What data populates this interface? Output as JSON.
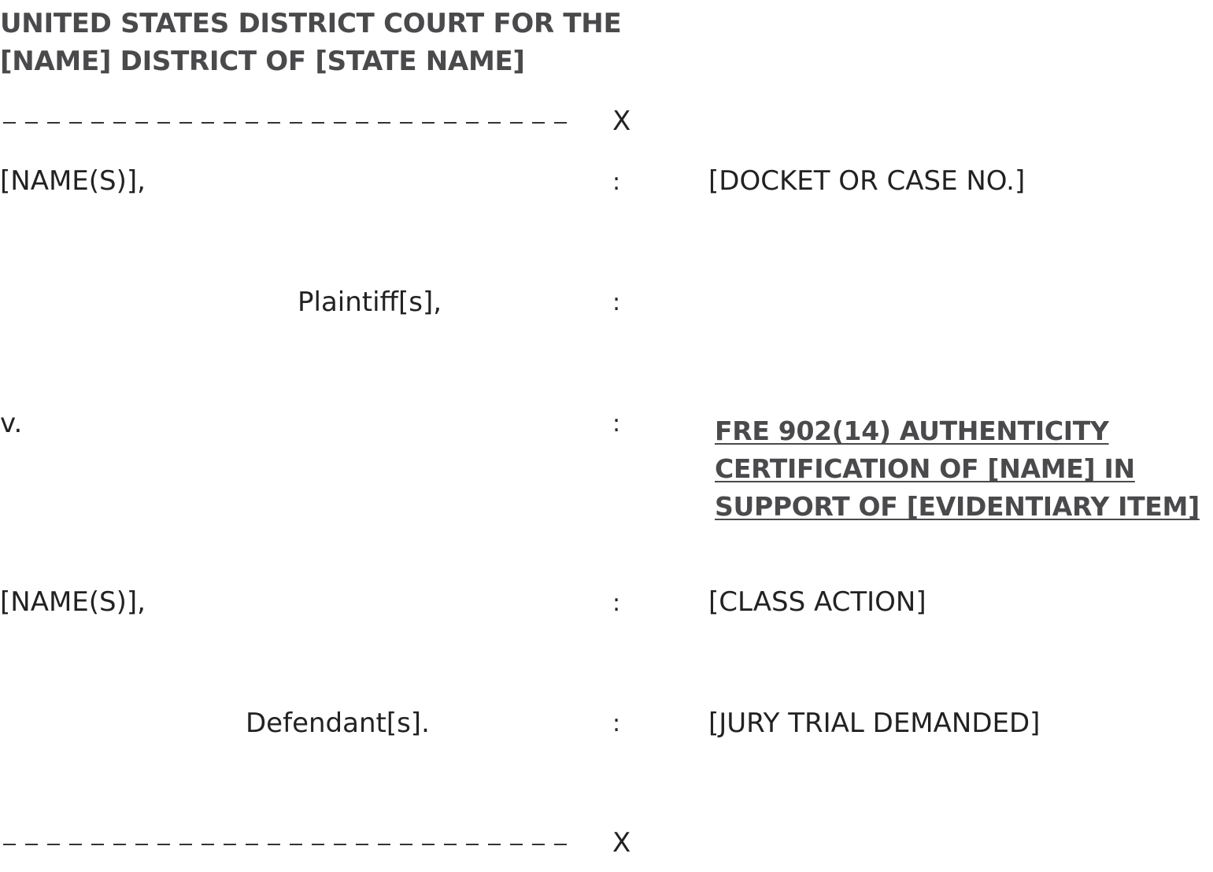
{
  "court_heading": {
    "line1": "UNITED STATES DISTRICT COURT FOR THE",
    "line2": "[NAME] DISTRICT OF [STATE NAME]"
  },
  "caption": {
    "x_mark_top": "X",
    "x_mark_bottom": "X",
    "plaintiff_name": "[NAME(S)],",
    "plaintiff_label": "Plaintiff[s],",
    "versus": "v.",
    "defendant_name": "[NAME(S)],",
    "defendant_label": "Defendant[s].",
    "colon": ":"
  },
  "right_column": {
    "docket": "[DOCKET OR CASE NO.]",
    "title_line1": "FRE 902(14) AUTHENTICITY",
    "title_line2": "CERTIFICATION OF [NAME] IN",
    "title_line3": "SUPPORT OF [EVIDENTIARY ITEM]",
    "class_action": "[CLASS ACTION]",
    "jury_trial": "[JURY TRIAL DEMANDED]"
  },
  "colors": {
    "heading": "#4a4a4c",
    "text": "#222222"
  }
}
